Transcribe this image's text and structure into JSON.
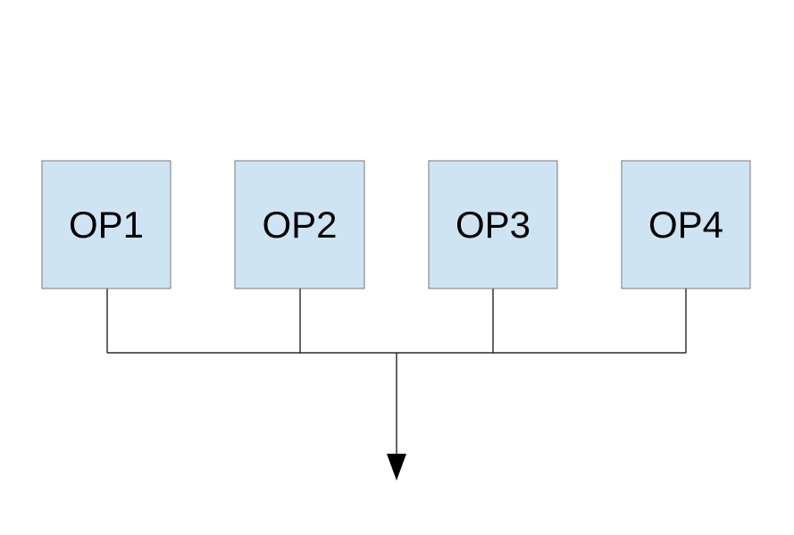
{
  "diagram": {
    "nodes": [
      {
        "id": "op1",
        "label": "OP1"
      },
      {
        "id": "op2",
        "label": "OP2"
      },
      {
        "id": "op3",
        "label": "OP3"
      },
      {
        "id": "op4",
        "label": "OP4"
      }
    ],
    "edges": [
      {
        "from": "op1",
        "to": "bus"
      },
      {
        "from": "op2",
        "to": "bus"
      },
      {
        "from": "op3",
        "to": "bus"
      },
      {
        "from": "op4",
        "to": "bus"
      },
      {
        "from": "bus",
        "to": "output",
        "arrow": true
      }
    ],
    "colors": {
      "node_fill": "#cfe4f3",
      "node_stroke": "#7a7a7a",
      "line": "#000000"
    }
  }
}
